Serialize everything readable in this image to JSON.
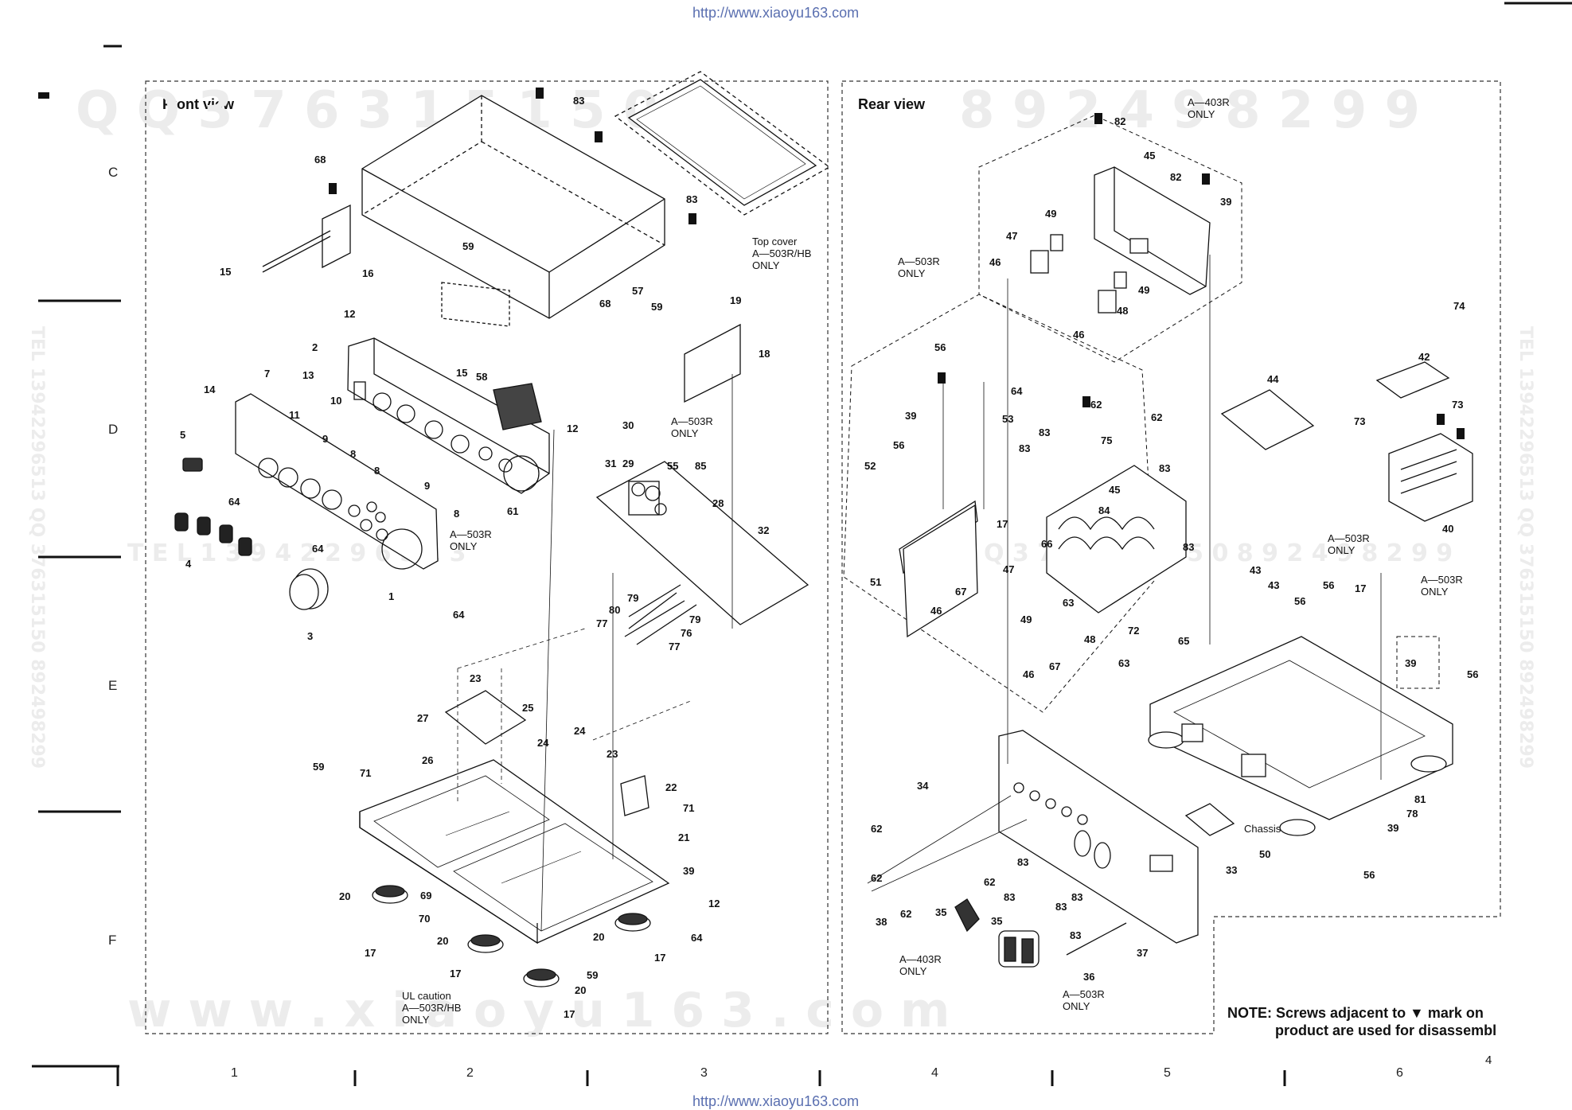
{
  "header": {
    "url": "http://www.xiaoyu163.com"
  },
  "footer": {
    "url": "http://www.xiaoyu163.com",
    "page_number": "4"
  },
  "row_letters": [
    "C",
    "D",
    "E",
    "F"
  ],
  "column_numbers": [
    "1",
    "2",
    "3",
    "4",
    "5",
    "6"
  ],
  "watermarks": {
    "top_left": "Q Q 3 7 6 3 1 5 1 5 0",
    "top_right": "8 9 2 4 9 8 2 9 9",
    "mid_left": "T E L 1 3 9 4 2 2 9 6 5 1 3",
    "mid_right": "Q Q 3 7 6 3 1 5 1 5 0 8 9 2 4 9 8 2 9 9",
    "bottom": "w w w . x i a o y u 1 6 3 . c o m",
    "side": "TEL 13942296513 QQ 376315150 892498299"
  },
  "front_view": {
    "title": "Front view",
    "labels": {
      "top_cover": [
        "Top cover",
        "A—503R/HB",
        "ONLY"
      ],
      "a503r_board": [
        "A—503R",
        "ONLY"
      ],
      "a503r_knob": [
        "A—503R",
        "ONLY"
      ],
      "ul_caution": [
        "UL caution",
        "A—503R/HB",
        "ONLY"
      ]
    },
    "callouts": [
      "83",
      "68",
      "83",
      "15",
      "16",
      "59",
      "57",
      "68",
      "59",
      "12",
      "19",
      "18",
      "2",
      "7",
      "13",
      "15",
      "58",
      "14",
      "10",
      "11",
      "5",
      "9",
      "8",
      "8",
      "12",
      "30",
      "29",
      "31",
      "55",
      "85",
      "28",
      "9",
      "8",
      "61",
      "64",
      "4",
      "64",
      "32",
      "1",
      "3",
      "64",
      "79",
      "80",
      "77",
      "76",
      "79",
      "77",
      "23",
      "27",
      "25",
      "24",
      "24",
      "23",
      "26",
      "59",
      "71",
      "22",
      "71",
      "21",
      "39",
      "20",
      "69",
      "70",
      "12",
      "17",
      "20",
      "20",
      "64",
      "17",
      "59",
      "17",
      "20",
      "17"
    ]
  },
  "rear_view": {
    "title": "Rear view",
    "labels": {
      "a403r_top": [
        "A—403R",
        "ONLY"
      ],
      "a503r_left": [
        "A—503R",
        "ONLY"
      ],
      "a503r_mid": [
        "A—503R",
        "ONLY"
      ],
      "a503r_right": [
        "A—503R",
        "ONLY"
      ],
      "a403r_bottom": [
        "A—403R",
        "ONLY"
      ],
      "a503r_bottom": [
        "A—503R",
        "ONLY"
      ],
      "chassis": "Chassis"
    },
    "callouts": [
      "82",
      "45",
      "82",
      "39",
      "49",
      "47",
      "46",
      "49",
      "48",
      "46",
      "74",
      "42",
      "56",
      "64",
      "62",
      "39",
      "53",
      "83",
      "75",
      "62",
      "44",
      "73",
      "73",
      "56",
      "83",
      "52",
      "45",
      "17",
      "84",
      "83",
      "40",
      "66",
      "47",
      "83",
      "43",
      "43",
      "56",
      "17",
      "51",
      "67",
      "63",
      "72",
      "65",
      "49",
      "48",
      "46",
      "67",
      "63",
      "46",
      "56",
      "39",
      "56",
      "34",
      "62",
      "62",
      "83",
      "83",
      "62",
      "83",
      "38",
      "62",
      "83",
      "81",
      "78",
      "39",
      "56",
      "50",
      "33",
      "35",
      "35",
      "83",
      "37",
      "36"
    ]
  },
  "note": {
    "line1": "NOTE: Screws adjacent to ▼ mark on",
    "line2": "product are used for disassembl"
  }
}
